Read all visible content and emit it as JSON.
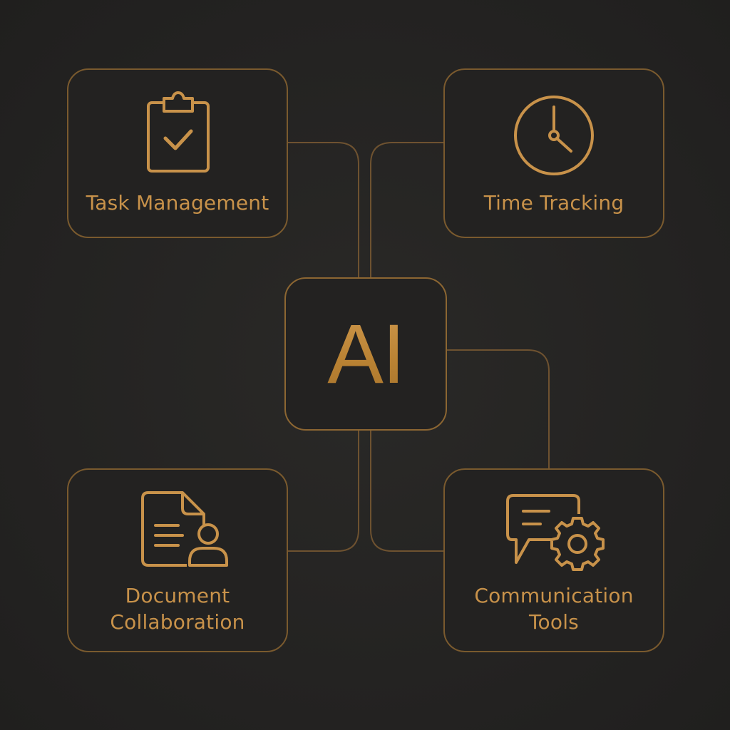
{
  "hub": {
    "label": "AI"
  },
  "nodes": [
    {
      "id": "task",
      "label_lines": [
        "Task Management"
      ],
      "icon": "clipboard-check-icon"
    },
    {
      "id": "time",
      "label_lines": [
        "Time Tracking"
      ],
      "icon": "clock-icon"
    },
    {
      "id": "doc",
      "label_lines": [
        "Document",
        "Collaboration"
      ],
      "icon": "document-user-icon"
    },
    {
      "id": "comm",
      "label_lines": [
        "Communication",
        "Tools"
      ],
      "icon": "chat-gear-icon"
    }
  ],
  "colors": {
    "background": "#252423",
    "accent": "#c8924a",
    "border": "#7a5a2e",
    "connector": "#6e5230"
  }
}
